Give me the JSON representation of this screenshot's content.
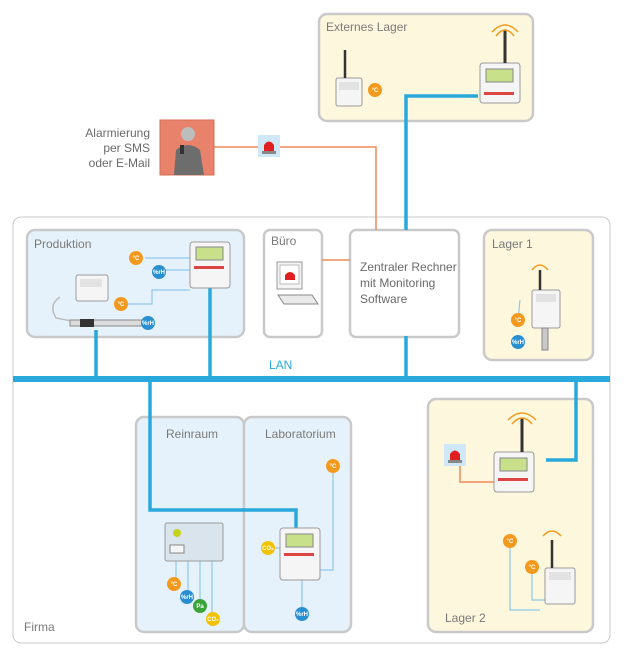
{
  "areas": {
    "externes_lager": "Externes Lager",
    "produktion": "Produktion",
    "buero": "Büro",
    "lager1": "Lager 1",
    "lager2": "Lager 2",
    "reinraum": "Reinraum",
    "laboratorium": "Laboratorium",
    "firma": "Firma"
  },
  "alarm": {
    "line1": "Alarmierung",
    "line2": "per SMS",
    "line3": "oder E-Mail"
  },
  "central": {
    "line1": "Zentraler Rechner",
    "line2": "mit Monitoring",
    "line3": "Software"
  },
  "network": {
    "lan": "LAN"
  },
  "sensors": {
    "temp": "°C",
    "humidity": "%rH",
    "pressure": "Pa",
    "co2": "CO₂"
  },
  "colors": {
    "lan_blue": "#29a8dc",
    "alarm_line": "#ef8a5a",
    "temp_badge": "#f39a1e",
    "rh_badge": "#2a8fd0",
    "pa_badge": "#3ba33a",
    "co2_badge": "#f2c200",
    "outside_zone": "#fdf7dd",
    "inside_zone": "#e6f2fb"
  }
}
